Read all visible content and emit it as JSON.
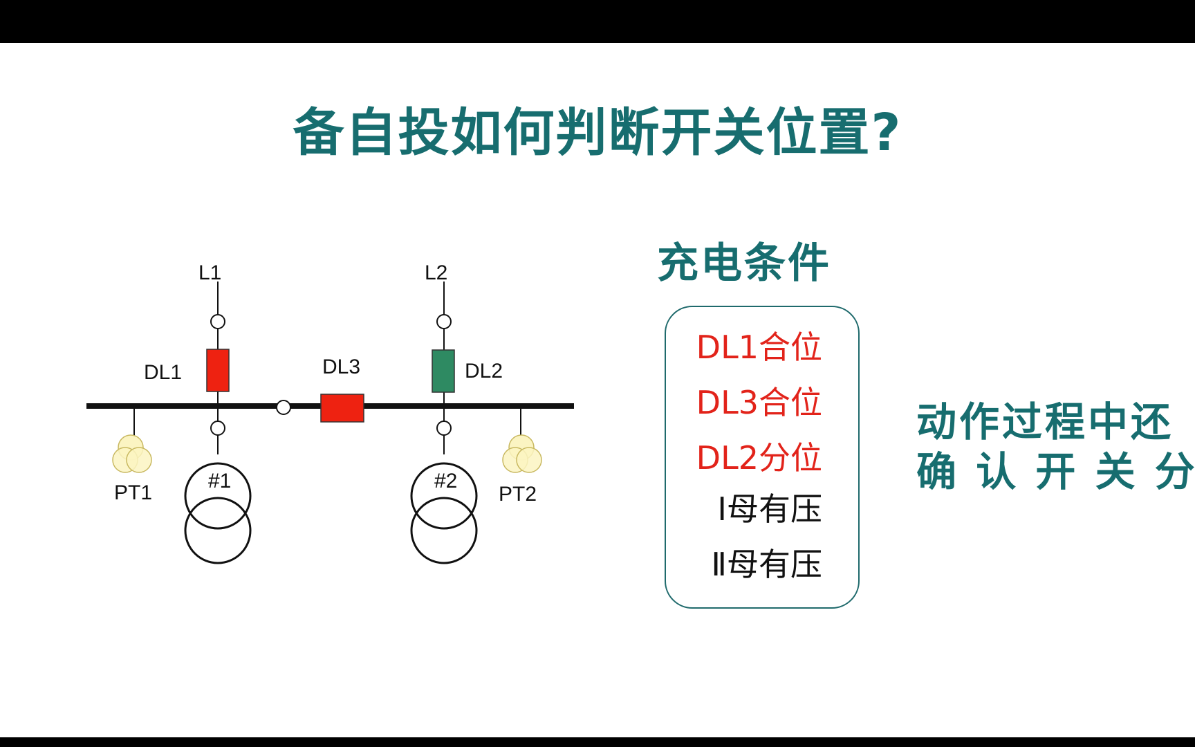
{
  "slide": {
    "title": "备自投如何判断开关位置?",
    "charging_heading": "充电条件",
    "charging_conditions": [
      {
        "text": "DL1合位",
        "color": "#e2231a"
      },
      {
        "text": "DL3合位",
        "color": "#e2231a"
      },
      {
        "text": "DL2分位",
        "color": "#e2231a"
      },
      {
        "text": "Ⅰ母有压",
        "color": "#111111"
      },
      {
        "text": "Ⅱ母有压",
        "color": "#111111"
      }
    ],
    "side_note_line1": "动作过程中还",
    "side_note_line2": "确 认 开 关 分"
  },
  "diagram": {
    "labels": {
      "line1": "L1",
      "line2": "L2",
      "breaker1": "DL1",
      "breaker2": "DL2",
      "breaker3": "DL3",
      "pt1": "PT1",
      "pt2": "PT2",
      "transformer1": "#1",
      "transformer2": "#2"
    },
    "colors": {
      "closed_breaker": "#ee2211",
      "open_breaker": "#2e8a62",
      "pt_fill": "#fbf4c2",
      "bus": "#111111"
    }
  }
}
